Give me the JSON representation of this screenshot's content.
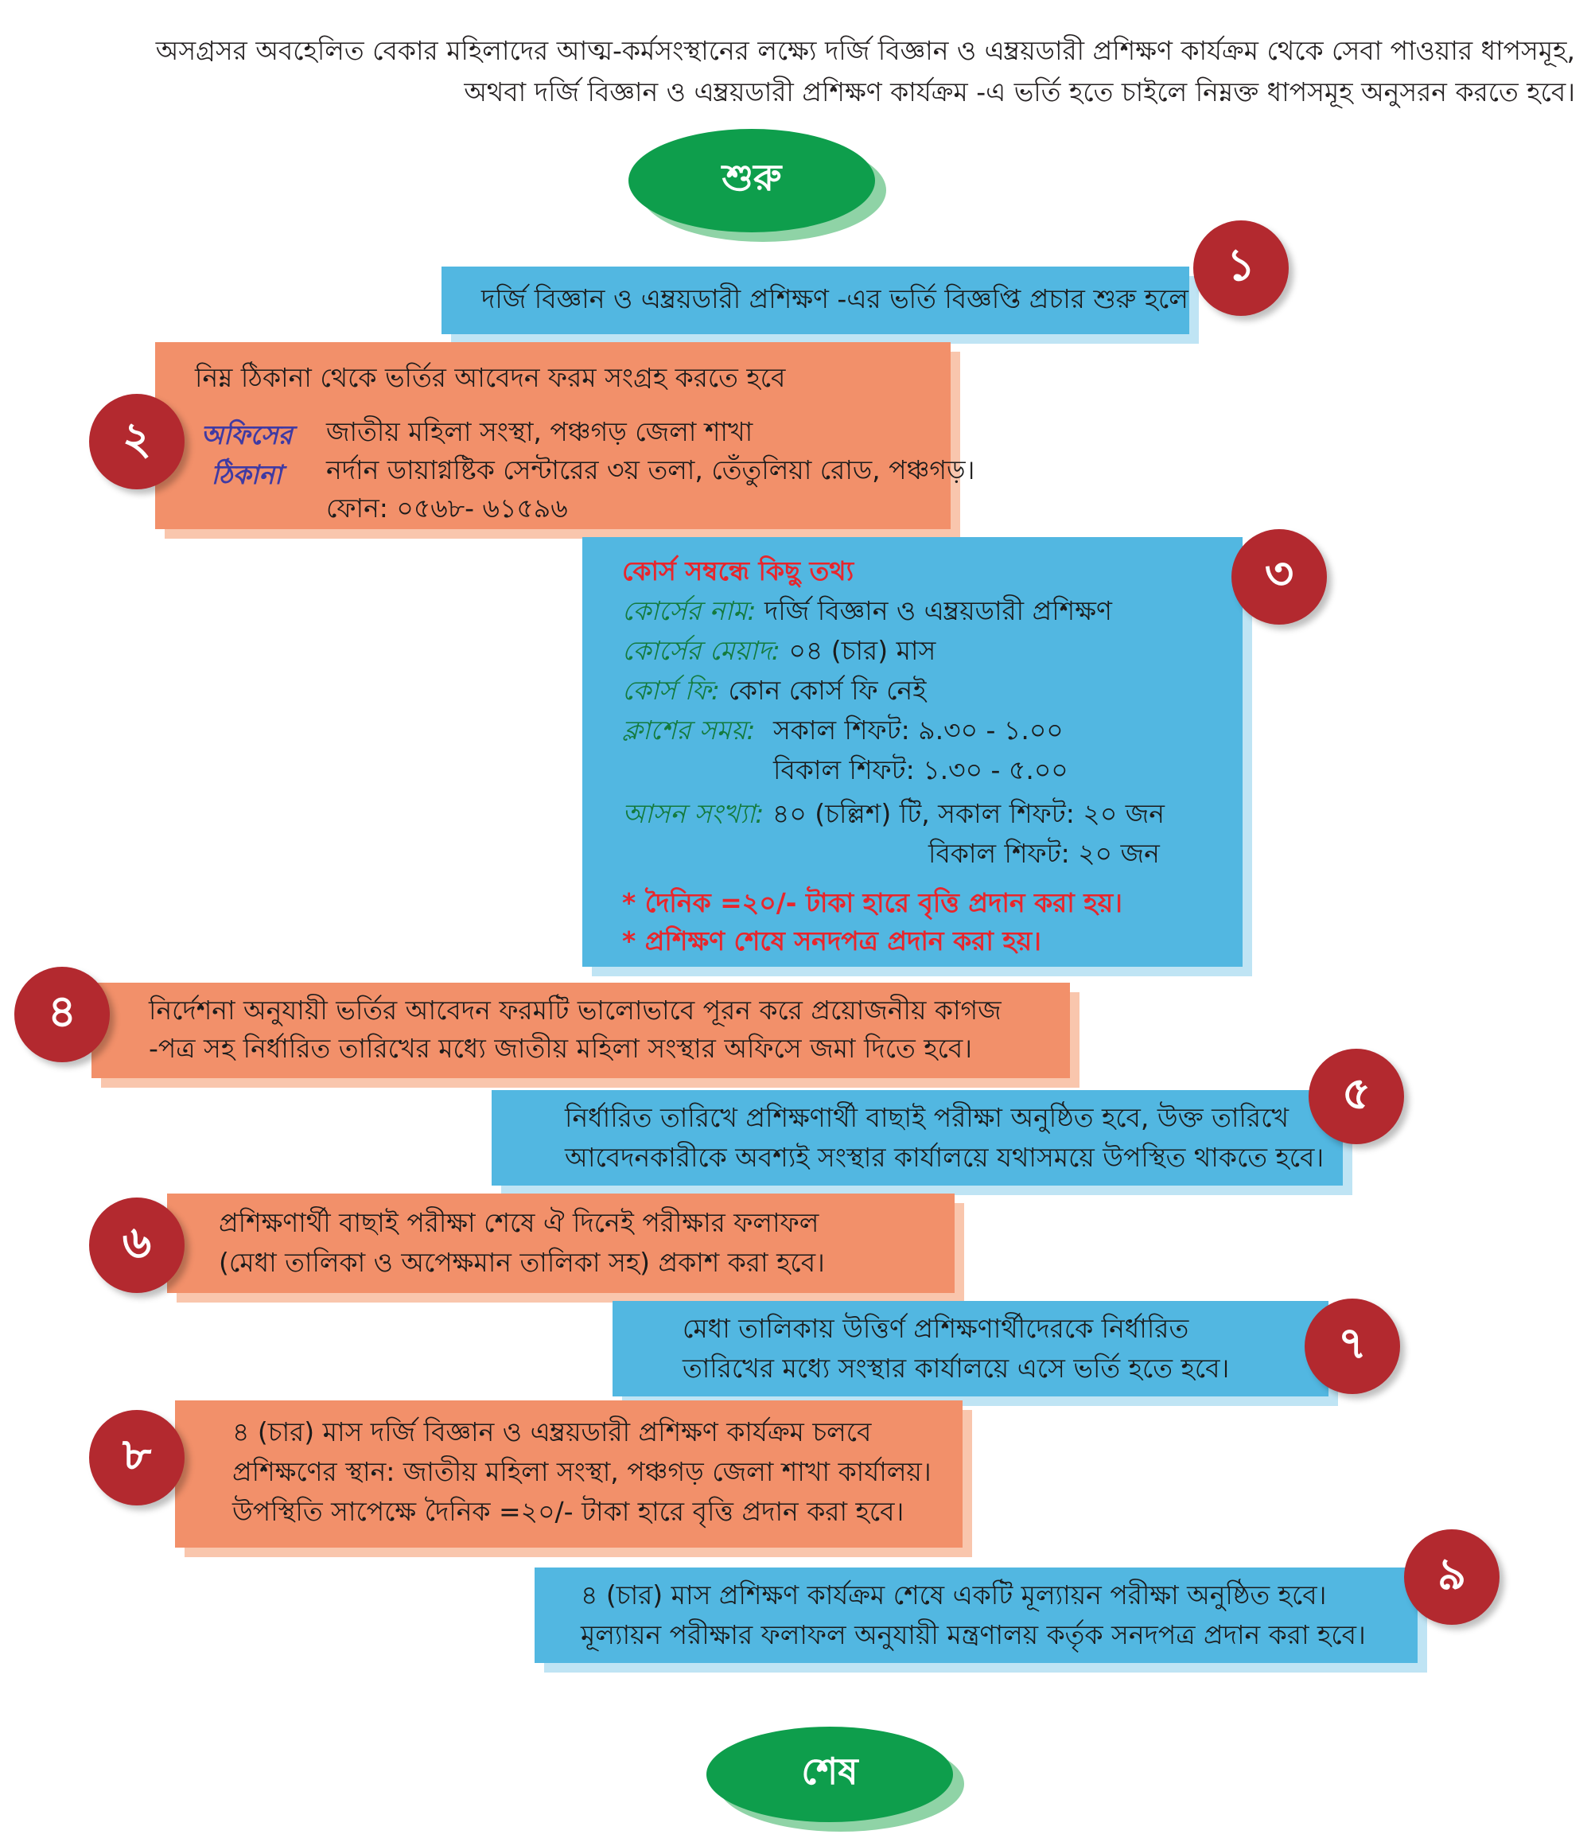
{
  "intro": {
    "line1": "অসগ্রসর অবহেলিত বেকার মহিলাদের আত্ম-কর্মসংস্থানের লক্ষ্যে দর্জি বিজ্ঞান ও এম্ব্রয়ডারী প্রশিক্ষণ কার্যক্রম থেকে সেবা পাওয়ার ধাপসমূহ,",
    "line2": "অথবা দর্জি বিজ্ঞান ও এম্ব্রয়ডারী প্রশিক্ষণ কার্যক্রম -এ ভর্তি হতে চাইলে নিম্নক্ত ধাপসমূহ অনুসরন করতে হবে।"
  },
  "start_label": "শুরু",
  "end_label": "শেষ",
  "steps": [
    {
      "number": "১",
      "text": "দর্জি বিজ্ঞান ও এম্ব্রয়ডারী প্রশিক্ষণ -এর ভর্তি বিজ্ঞপ্তি প্রচার শুরু হলে"
    },
    {
      "number": "২",
      "heading": "নিম্ন ঠিকানা থেকে ভর্তির আবেদন ফরম সংগ্রহ করতে হবে",
      "office_label_1": "অফিসের",
      "office_label_2": "ঠিকানা",
      "address_1": "জাতীয় মহিলা সংস্থা, পঞ্চগড় জেলা শাখা",
      "address_2": "নর্দান ডায়াগ্নষ্টিক সেন্টারের ৩য় তলা, তেঁতুলিয়া রোড, পঞ্চগড়।",
      "address_3": "ফোন: ০৫৬৮- ৬১৫৯৬"
    },
    {
      "number": "৩",
      "heading": "কোর্স সম্বন্ধে কিছু তথ্য",
      "course_name_label": "কোর্সের নাম:",
      "course_name": "দর্জি বিজ্ঞান ও এম্ব্রয়ডারী প্রশিক্ষণ",
      "duration_label": "কোর্সের মেয়াদ:",
      "duration": "০৪ (চার) মাস",
      "fee_label": "কোর্স ফি:",
      "fee": "কোন কোর্স ফি নেই",
      "class_time_label": "ক্লাশের সময়:",
      "morning_shift": "সকাল শিফট: ৯.৩০ - ১.০০",
      "afternoon_shift": "বিকাল শিফট: ১.৩০ - ৫.০০",
      "seats_label": "আসন সংখ্যা:",
      "seats": "৪০ (চল্লিশ) টি, সকাল শিফট: ২০ জন",
      "seats_afternoon": "বিকাল শিফট: ২০ জন",
      "note_1": "* দৈনিক =২০/- টাকা হারে বৃত্তি প্রদান করা হয়।",
      "note_2": "* প্রশিক্ষণ শেষে সনদপত্র প্রদান করা হয়।"
    },
    {
      "number": "৪",
      "line1": "নির্দেশনা অনুযায়ী ভর্তির আবেদন ফরমটি ভালোভাবে পূরন করে প্রয়োজনীয় কাগজ",
      "line2": "-পত্র সহ নির্ধারিত তারিখের মধ্যে জাতীয় মহিলা সংস্থার অফিসে জমা দিতে হবে।"
    },
    {
      "number": "৫",
      "line1": "নির্ধারিত তারিখে প্রশিক্ষণার্থী বাছাই পরীক্ষা অনুষ্ঠিত হবে, উক্ত তারিখে",
      "line2": "আবেদনকারীকে অবশ্যই সংস্থার কার্যালয়ে যথাসময়ে উপস্থিত থাকতে হবে।"
    },
    {
      "number": "৬",
      "line1": "প্রশিক্ষণার্থী বাছাই পরীক্ষা শেষে ঐ দিনেই পরীক্ষার ফলাফল",
      "line2": "(মেধা তালিকা ও অপেক্ষমান তালিকা সহ) প্রকাশ করা হবে।"
    },
    {
      "number": "৭",
      "line1": "মেধা তালিকায় উত্তির্ণ প্রশিক্ষণার্থীদেরকে নির্ধারিত",
      "line2": "তারিখের মধ্যে সংস্থার কার্যালয়ে এসে ভর্তি হতে হবে।"
    },
    {
      "number": "৮",
      "line1": "৪ (চার) মাস দর্জি বিজ্ঞান ও এম্ব্রয়ডারী প্রশিক্ষণ কার্যক্রম চলবে",
      "line2": "প্রশিক্ষণের স্থান: জাতীয় মহিলা সংস্থা, পঞ্চগড় জেলা শাখা কার্যালয়।",
      "line3": "উপস্থিতি সাপেক্ষে দৈনিক =২০/- টাকা হারে বৃত্তি প্রদান করা হবে।"
    },
    {
      "number": "৯",
      "line1": "৪ (চার) মাস প্রশিক্ষণ কার্যক্রম শেষে একটি মূল্যায়ন পরীক্ষা অনুষ্ঠিত হবে।",
      "line2": "মূল্যায়ন পরীক্ষার ফলাফল অনুযায়ী মন্ত্রণালয় কর্তৃক সনদপত্র প্রদান করা হবে।"
    }
  ],
  "colors": {
    "blue_box": "#52b7e1",
    "orange_box": "#f2906a",
    "badge": "#b3292f",
    "oval": "#0e9e4c",
    "red_text": "#e8262c",
    "green_label": "#137a3d",
    "office_label": "#3f3aa3"
  }
}
